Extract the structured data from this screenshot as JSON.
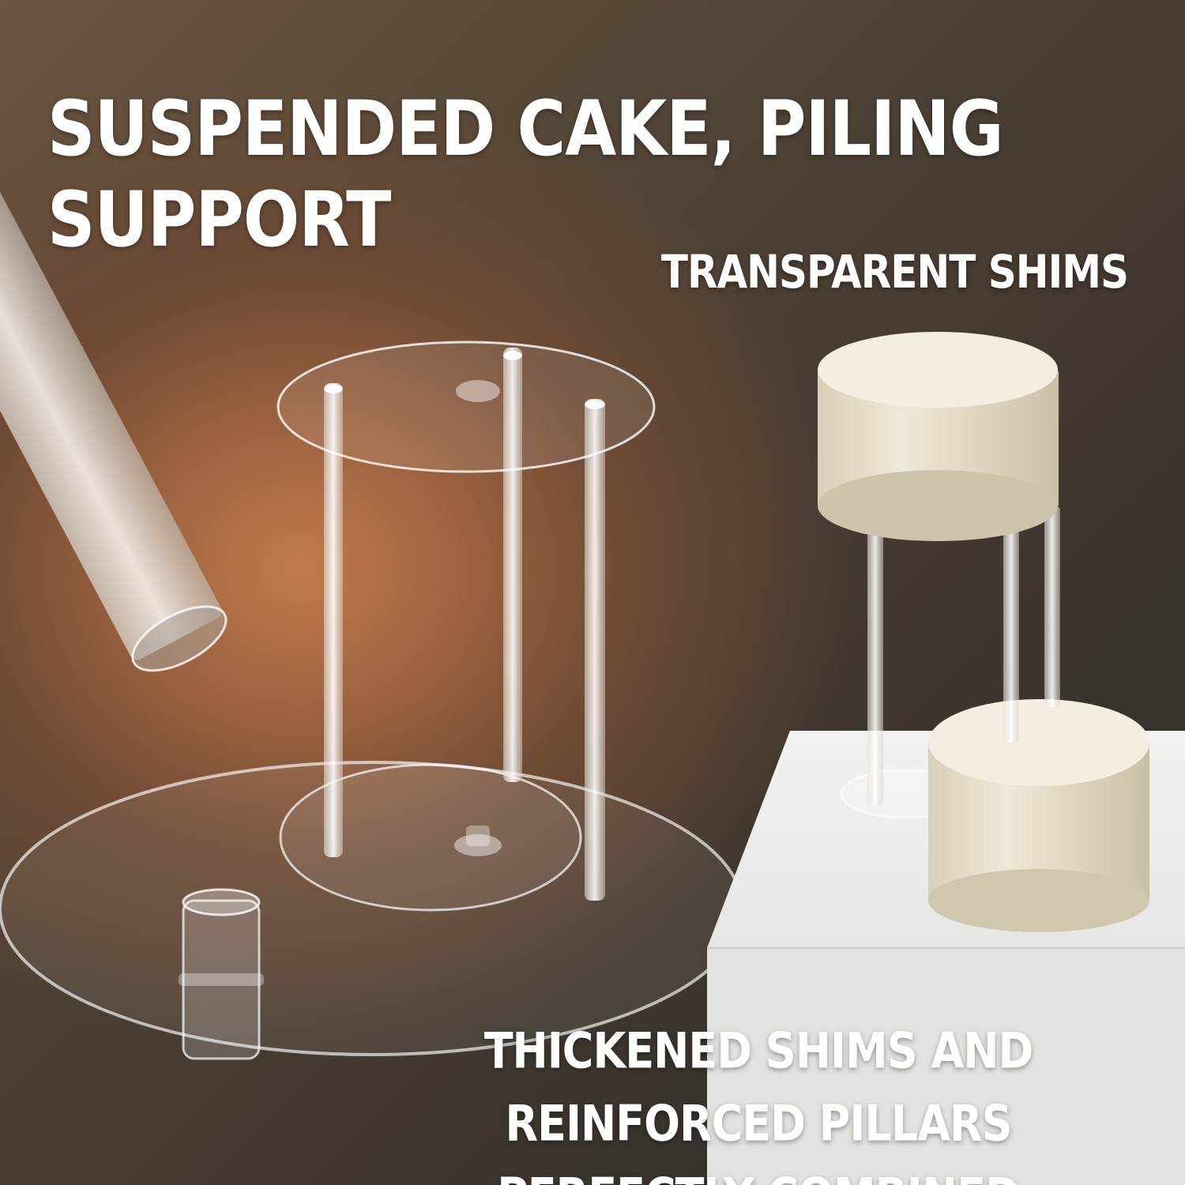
{
  "headline": {
    "title": "SUSPENDED CAKE, PILING SUPPORT",
    "subtitle": "TRANSPARENT SHIMS",
    "caption": "THICKENED SHIMS AND REINFORCED PILLARS PERFECTLY COMBINED"
  },
  "colors": {
    "text": "#ffffff",
    "warm_glow": "#c27a4c",
    "background_dark": "#2f2b27",
    "frosting": "#ece6d4",
    "board": "#e9e9e9"
  }
}
